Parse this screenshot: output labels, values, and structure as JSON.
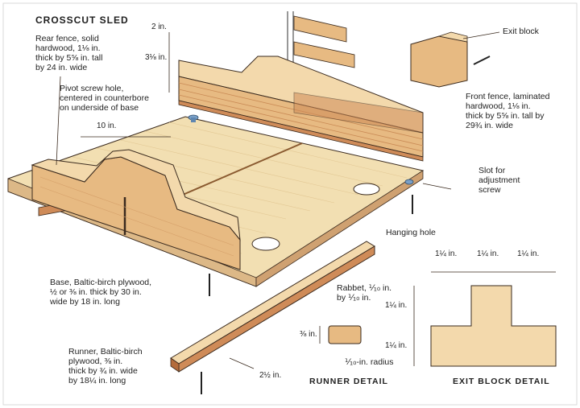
{
  "title": "CROSSCUT SLED",
  "labels": {
    "rear_fence": "Rear fence, solid\nhardwood, 1⅛ in.\nthick by 5⅝ in. tall\nby 24 in. wide",
    "pivot_screw": "Pivot screw hole,\ncentered in counterbore\non underside of base",
    "exit_block": "Exit block",
    "front_fence": "Front fence, laminated\nhardwood, 1⅛ in.\nthick by 5⅝ in. tall by\n29¾ in. wide",
    "slot": "Slot for\nadjustment\nscrew",
    "hanging_hole": "Hanging hole",
    "base": "Base, Baltic-birch plywood,\n½ or ⅜ in. thick by 30 in.\nwide by 18 in. long",
    "rabbet": "Rabbet, ⅒ in.\nby ⅒ in.",
    "radius": "⅒-in. radius",
    "runner": "Runner, Baltic-birch\nplywood, ⅜ in.\nthick by ¾ in. wide\nby 18¼ in. long"
  },
  "dims": {
    "d_2in": "2 in.",
    "d_3in": "3⅛ in.",
    "d_10in": "10 in.",
    "d_2half": "2½ in.",
    "d_runner_h": "⅜ in.",
    "eb_top1": "1¼ in.",
    "eb_top2": "1¼ in.",
    "eb_top3": "1¼ in.",
    "eb_side1": "1¼ in.",
    "eb_side2": "1¼ in."
  },
  "details": {
    "runner_detail": "RUNNER DETAIL",
    "exit_detail": "EXIT BLOCK DETAIL"
  },
  "colors": {
    "wood_light": "#f3d9ac",
    "wood_mid": "#e7ba82",
    "wood_dark": "#cf8b58",
    "wood_edge": "#b46c3b",
    "plywood": "#f2dfb2",
    "line": "#3a2a1e"
  }
}
